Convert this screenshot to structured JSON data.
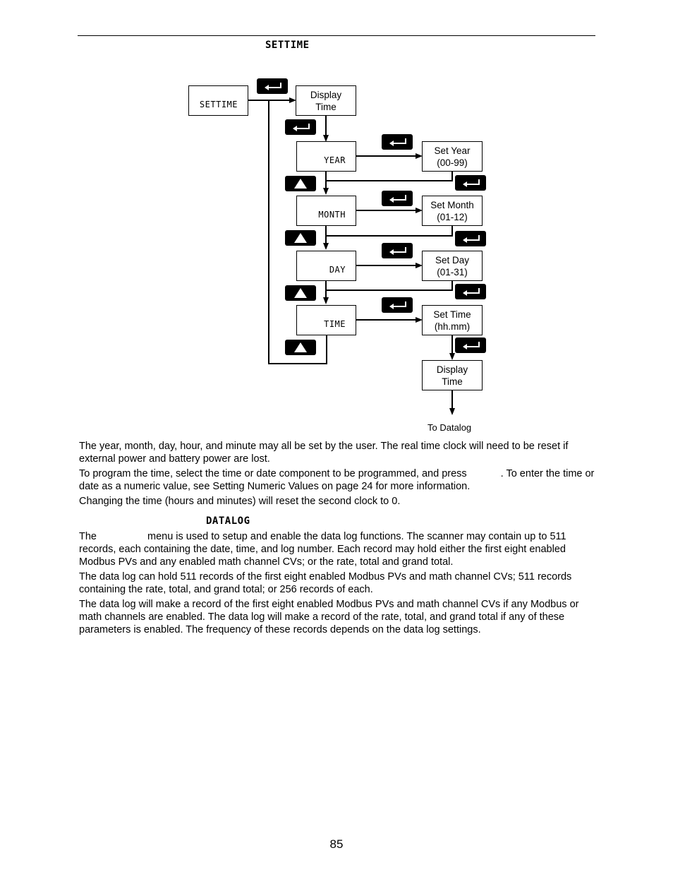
{
  "header": {
    "settime_heading": "SETTIME",
    "datalog_heading": "DATALOG"
  },
  "diagram": {
    "settime_box": "SETTIME",
    "display_time_1": "Display\nTime",
    "year_box": "YEAR",
    "month_box": "MONTH",
    "day_box": "DAY",
    "time_box": "TIME",
    "set_year": "Set Year\n(00-99)",
    "set_month": "Set Month\n(01-12)",
    "set_day": "Set Day\n(01-31)",
    "set_time": "Set Time\n(hh.mm)",
    "display_time_2": "Display\nTime",
    "to_datalog": "To Datalog",
    "icons": {
      "enter": "enter-key-icon",
      "up": "up-arrow-key-icon"
    }
  },
  "body": {
    "p1": "The year, month, day, hour, and minute may all be set by the user. The real time clock will need to be reset if external power and battery power are lost.",
    "p2a": "To program the time, select the time or date component to be programmed, and press",
    "p2b": ". To enter the time or date as a numeric value, see Setting Numeric Values on page 24 for more information.",
    "p3": "Changing the time (hours and minutes) will reset the second clock to 0.",
    "p4a": "The",
    "p4b": "menu is used to setup and enable the data log functions. The scanner may contain up to 511 records, each containing the date, time, and log number. Each record may hold either the first eight enabled Modbus PVs and any enabled math channel CVs; or the rate, total and grand total.",
    "p5": "The data log can hold 511 records of the first eight enabled Modbus PVs and math channel CVs; 511 records containing the rate, total, and grand total; or 256 records of each.",
    "p6": "The data log will make a record of the first eight enabled Modbus PVs and math channel CVs if any Modbus or math channels are enabled. The data log will make a record of the rate, total, and grand total if any of these parameters is enabled. The frequency of these records depends on the data log settings."
  },
  "footer": {
    "page_number": "85"
  }
}
